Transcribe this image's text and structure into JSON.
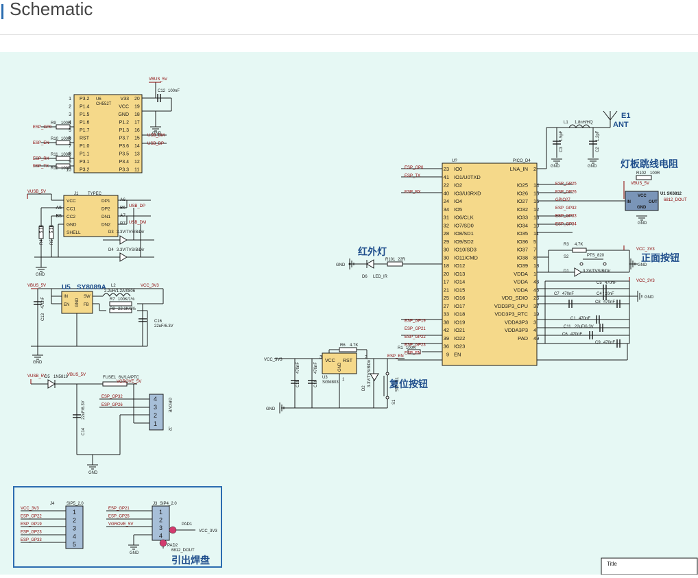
{
  "page_title": "Schematic",
  "labels": {
    "vbus_5v": "VBUS_5V",
    "vusb_5v": "VUSB_5V",
    "vcc_3v3": "VCC_3V3",
    "gnd": "GND",
    "esp_gp0": "ESP_GP0",
    "esp_en": "ESP_EN",
    "esp_rx": "ESP_RX",
    "esp_tx": "ESP_TX",
    "usb_dm": "USB_DM",
    "usb_dp": "USB_DP",
    "vgrove_5v": "VGROVE_5V",
    "pico_d4": "PICO_D4",
    "gpio27": "GPIO27",
    "dout": "6812_DOUT",
    "title": "Title"
  },
  "u6": {
    "ref": "U6",
    "part": "CH552T",
    "left_pins": [
      {
        "num": "1",
        "name": "P3.2"
      },
      {
        "num": "2",
        "name": "P1.4"
      },
      {
        "num": "3",
        "name": "P1.5"
      },
      {
        "num": "4",
        "name": "P1.6"
      },
      {
        "num": "5",
        "name": "P1.7"
      },
      {
        "num": "6",
        "name": "RST"
      },
      {
        "num": "7",
        "name": "P1.0"
      },
      {
        "num": "8",
        "name": "P1.1"
      },
      {
        "num": "9",
        "name": "P3.1"
      },
      {
        "num": "10",
        "name": "P3.2"
      }
    ],
    "right_pins": [
      {
        "num": "20",
        "name": "V33"
      },
      {
        "num": "19",
        "name": "VCC"
      },
      {
        "num": "18",
        "name": "GND"
      },
      {
        "num": "17",
        "name": "P1.2"
      },
      {
        "num": "16",
        "name": "P1.3"
      },
      {
        "num": "15",
        "name": "P3.7"
      },
      {
        "num": "14",
        "name": "P3.6"
      },
      {
        "num": "13",
        "name": "P3.5"
      },
      {
        "num": "12",
        "name": "P3.4"
      },
      {
        "num": "11",
        "name": "P3.3"
      }
    ],
    "c12": "C12",
    "c12_val": "100nF",
    "r9": "R9",
    "r10": "R10",
    "r11": "R11",
    "r12": "R12",
    "r_val": "100R"
  },
  "j1": {
    "ref": "J1",
    "part": "TYPEC",
    "left_pins": [
      {
        "num": "A5",
        "name": "CC1"
      },
      {
        "num": "B5",
        "name": "CC2"
      }
    ],
    "inner_left": [
      "VCC",
      "CC1",
      "CC2",
      "GND",
      "SHELL"
    ],
    "inner_right": [
      "DP1",
      "DP2",
      "DN1",
      "DN2"
    ],
    "right_pins": [
      "A6",
      "B6",
      "A7",
      "B7"
    ],
    "r4": "R4",
    "r5": "R5",
    "r_val": "5.1K",
    "d3": "D3",
    "d4": "D4",
    "tvs": "3.3V/TVS/BiDir"
  },
  "u5": {
    "ref": "U5",
    "part": "SY8089A",
    "pins": [
      "IN",
      "EN",
      "GND",
      "SW",
      "FB"
    ],
    "l2": "L2",
    "l2_val": "2.2uH/1.2A/0806",
    "r7": "R7",
    "r7_val": "100K/1%",
    "r8": "R8",
    "r8_val": "22.1K/1%",
    "c13": "C13",
    "c13_val": "470nF",
    "c16": "C16",
    "c16_val": "22uF/6.3V"
  },
  "grove": {
    "d5": "D5",
    "d5_val": "1N5819",
    "fuse": "FUSE1",
    "fuse_val": "6V/1A/PTC",
    "c14": "C14",
    "c14_val": "22uF/6.3V",
    "esp_gp32": "ESP_GP32",
    "esp_gp26": "ESP_GP26",
    "j2": "J2",
    "grove_lbl": "GROVE",
    "pins": [
      "4",
      "3",
      "2",
      "1"
    ]
  },
  "antenna": {
    "e1": "E1",
    "ant": "ANT",
    "l1": "L1",
    "l1_val": "1.8nH/HQ",
    "c3": "C3",
    "c3_val": "1.5pF",
    "c2": "C2",
    "c2_val": "1.2pF"
  },
  "u7": {
    "ref": "U?",
    "left_pins": [
      {
        "num": "23",
        "name": "IO0",
        "net": "ESP_GP0"
      },
      {
        "num": "41",
        "name": "IO1/U0TXD",
        "net": "ESP_TX"
      },
      {
        "num": "22",
        "name": "IO2",
        "net": ""
      },
      {
        "num": "40",
        "name": "IO3/U0RXD",
        "net": "ESP_RX"
      },
      {
        "num": "24",
        "name": "IO4",
        "net": ""
      },
      {
        "num": "34",
        "name": "IO5",
        "net": ""
      },
      {
        "num": "31",
        "name": "IO6/CLK",
        "net": ""
      },
      {
        "num": "32",
        "name": "IO7/SD0",
        "net": ""
      },
      {
        "num": "28",
        "name": "IO8/SD1",
        "net": ""
      },
      {
        "num": "29",
        "name": "IO9/SD2",
        "net": ""
      },
      {
        "num": "30",
        "name": "IO10/SD3",
        "net": ""
      },
      {
        "num": "30",
        "name": "IO11/CMD",
        "net": ""
      },
      {
        "num": "18",
        "name": "IO12",
        "net": ""
      },
      {
        "num": "20",
        "name": "IO13",
        "net": ""
      },
      {
        "num": "17",
        "name": "IO14",
        "net": ""
      },
      {
        "num": "21",
        "name": "IO15",
        "net": ""
      },
      {
        "num": "25",
        "name": "IO16",
        "net": ""
      },
      {
        "num": "27",
        "name": "IO17",
        "net": ""
      },
      {
        "num": "33",
        "name": "IO18",
        "net": ""
      },
      {
        "num": "38",
        "name": "IO19",
        "net": "ESP_GP19"
      },
      {
        "num": "42",
        "name": "IO21",
        "net": "ESP_GP21"
      },
      {
        "num": "39",
        "name": "IO22",
        "net": "ESP_GP22"
      },
      {
        "num": "36",
        "name": "IO23",
        "net": "ESP_GP23"
      },
      {
        "num": "9",
        "name": "EN",
        "net": "ESP_EN"
      }
    ],
    "right_pins": [
      {
        "num": "2",
        "name": "LNA_IN",
        "net": ""
      },
      {
        "num": "14",
        "name": "IO25",
        "net": "ESP_GP25"
      },
      {
        "num": "15",
        "name": "IO26",
        "net": "ESP_GP26"
      },
      {
        "num": "16",
        "name": "IO27",
        "net": "GPIO27"
      },
      {
        "num": "12",
        "name": "IO32",
        "net": "ESP_GP32"
      },
      {
        "num": "13",
        "name": "IO33",
        "net": "ESP_GP33"
      },
      {
        "num": "10",
        "name": "IO34",
        "net": "ESP_GP34"
      },
      {
        "num": "11",
        "name": "IO35",
        "net": ""
      },
      {
        "num": "5",
        "name": "IO36",
        "net": ""
      },
      {
        "num": "7",
        "name": "IO37",
        "net": ""
      },
      {
        "num": "8",
        "name": "IO38",
        "net": ""
      },
      {
        "num": "18",
        "name": "IO39",
        "net": ""
      },
      {
        "num": "1",
        "name": "VDDA",
        "net": ""
      },
      {
        "num": "43",
        "name": "VDDA",
        "net": ""
      },
      {
        "num": "46",
        "name": "VDDA",
        "net": ""
      },
      {
        "num": "26",
        "name": "VDD_SDIO",
        "net": ""
      },
      {
        "num": "37",
        "name": "VDD3P3_CPU",
        "net": ""
      },
      {
        "num": "19",
        "name": "VDD3P3_RTC",
        "net": ""
      },
      {
        "num": "3",
        "name": "VDDA3P3",
        "net": ""
      },
      {
        "num": "4",
        "name": "VDDA3P3",
        "net": ""
      },
      {
        "num": "49",
        "name": "PAD",
        "net": ""
      }
    ]
  },
  "caps_right": [
    {
      "ref": "C5",
      "val": "470nF"
    },
    {
      "ref": "C4",
      "val": "10nF"
    },
    {
      "ref": "C8",
      "val": "470nF"
    },
    {
      "ref": "C7",
      "val": "470nF"
    },
    {
      "ref": "C1",
      "val": "470nF"
    },
    {
      "ref": "C11",
      "val": "22uF/6.3V"
    },
    {
      "ref": "C6",
      "val": "470nF"
    },
    {
      "ref": "C9",
      "val": "470nF"
    }
  ],
  "led_strip": {
    "heading": "灯板跳线电阻",
    "r102": "R102",
    "r_val": "100R",
    "u1": "U1 SK6812",
    "in": "IN",
    "out": "OUT",
    "vcc": "VCC",
    "gnd": "GND",
    "vbus": "VBUS_5V"
  },
  "front_button": {
    "heading": "正面按钮",
    "r3": "R3",
    "r3_val": "4.7K",
    "s2": "S2",
    "s2_val": "PTS_820",
    "d1": "D1",
    "d1_val": "3.3V/TVS/BiDir"
  },
  "ir_led": {
    "heading": "红外灯",
    "d6": "D6",
    "d6_val": "LED_IR",
    "r101": "R101",
    "r101_val": "22R"
  },
  "reset": {
    "heading": "复位按钮",
    "r6": "R6",
    "r6_val": "4.7K",
    "r1": "R1",
    "r1_val": "100R",
    "u3": "U3",
    "u3_part": "SGM803",
    "vcc": "VCC",
    "rst": "RST",
    "gnd": "GND",
    "pin3": "3",
    "pin2": "2",
    "pin1": "1",
    "c15": "C15",
    "c15_val": "470nF",
    "c10": "C10",
    "c10_val": "470nF",
    "d2": "D2",
    "d2_val": "3.3V/TVS/BiDir",
    "s1": "S1",
    "s1_val": "TS_015"
  },
  "pads": {
    "heading": "引出焊盘",
    "j4": "J4",
    "j4_part": "SIP5_2.0",
    "j4_nets": [
      "VCC_3V3",
      "ESP_GP22",
      "ESP_GP19",
      "ESP_GP23",
      "ESP_GP33"
    ],
    "j4_pins": [
      "1",
      "2",
      "3",
      "4",
      "5"
    ],
    "j3": "J3",
    "j3_part": "SIP4_2.0",
    "j3_nets": [
      "ESP_GP21",
      "ESP_GP25",
      "VGROVE_5V",
      ""
    ],
    "j3_pins": [
      "1",
      "2",
      "3",
      "4"
    ],
    "pad1": "PAD1",
    "pad2": "PAD2"
  }
}
